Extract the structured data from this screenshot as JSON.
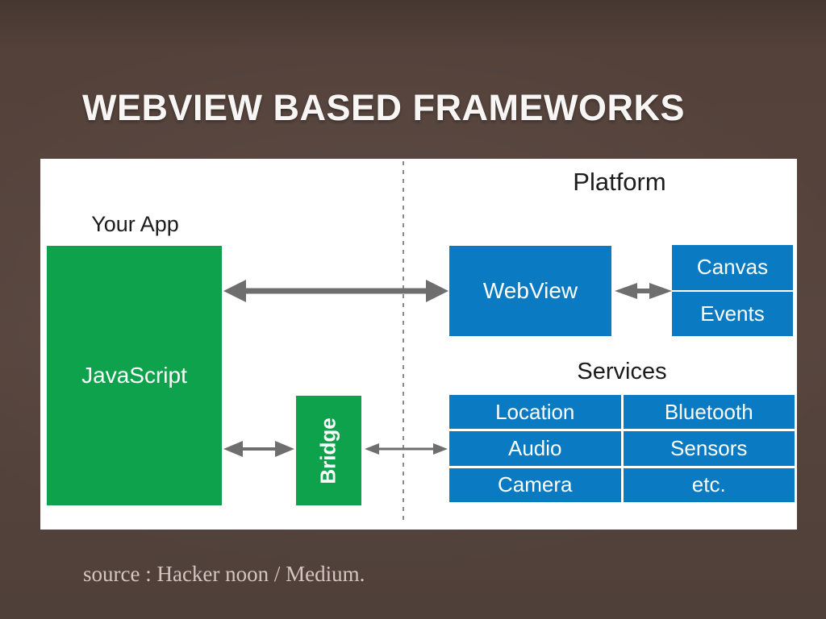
{
  "slide": {
    "title": "WEBVIEW BASED FRAMEWORKS",
    "source": "source : Hacker noon / Medium."
  },
  "diagram": {
    "your_app_label": "Your App",
    "javascript_label": "JavaScript",
    "bridge_label": "Bridge",
    "platform_label": "Platform",
    "webview_label": "WebView",
    "canvas_label": "Canvas",
    "events_label": "Events",
    "services_label": "Services",
    "services_grid": [
      [
        "Location",
        "Bluetooth"
      ],
      [
        "Audio",
        "Sensors"
      ],
      [
        "Camera",
        "etc."
      ]
    ],
    "colors": {
      "green": "#0FA24C",
      "blue": "#0A7BC2",
      "arrow": "#6E6E6E",
      "dash": "#8B8B8B",
      "background": "#52413B",
      "panel": "#FFFFFF",
      "title_text": "#F8F6F5",
      "source_text": "#D3C5C0"
    }
  }
}
